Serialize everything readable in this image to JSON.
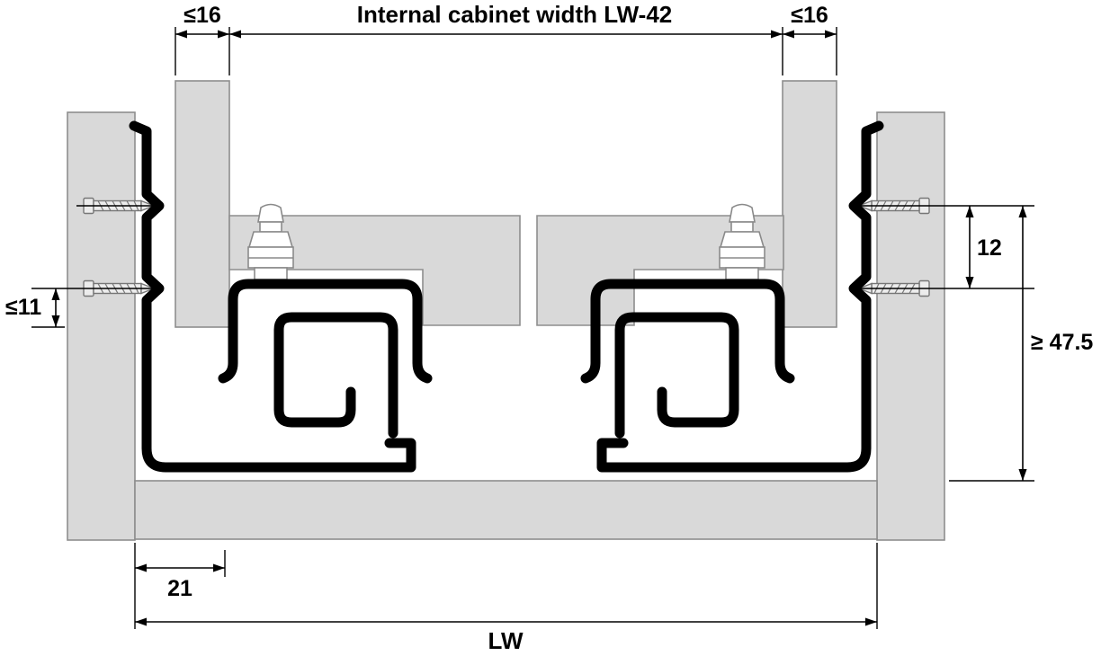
{
  "diagram": {
    "title": "Internal cabinet width LW-42",
    "dimensions": {
      "drawer_side_thickness_left": "≤16",
      "drawer_side_thickness_right": "≤16",
      "screw_row_spacing": "12",
      "min_bottom_clearance": "≥ 47.5",
      "screw_to_side_bottom": "≤11",
      "front_setback": "21",
      "internal_cabinet_width": "LW"
    },
    "colors": {
      "background": "#ffffff",
      "panel_fill": "#d9d9d9",
      "panel_stroke": "#8e8e8e",
      "profile": "#000000",
      "dimension_lines": "#000000",
      "hardware_outline": "#8a8a8a"
    }
  }
}
